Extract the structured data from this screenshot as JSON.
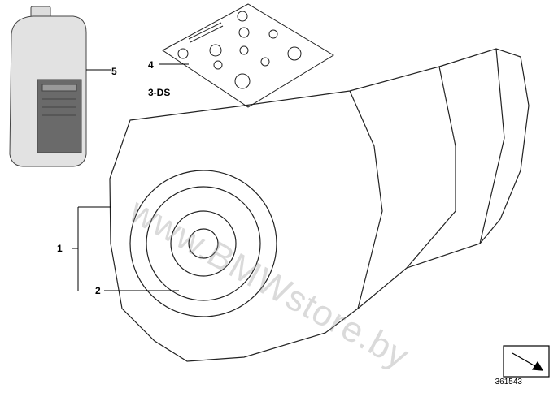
{
  "callouts": {
    "c1": "1",
    "c2": "2",
    "c3": "3-DS",
    "c4": "4",
    "c5": "5"
  },
  "reference_number": "361543",
  "watermark": "www.BMWstore.by",
  "colors": {
    "line": "#222222",
    "bottle": "#d9d9d9",
    "label_dark": "#555555"
  }
}
